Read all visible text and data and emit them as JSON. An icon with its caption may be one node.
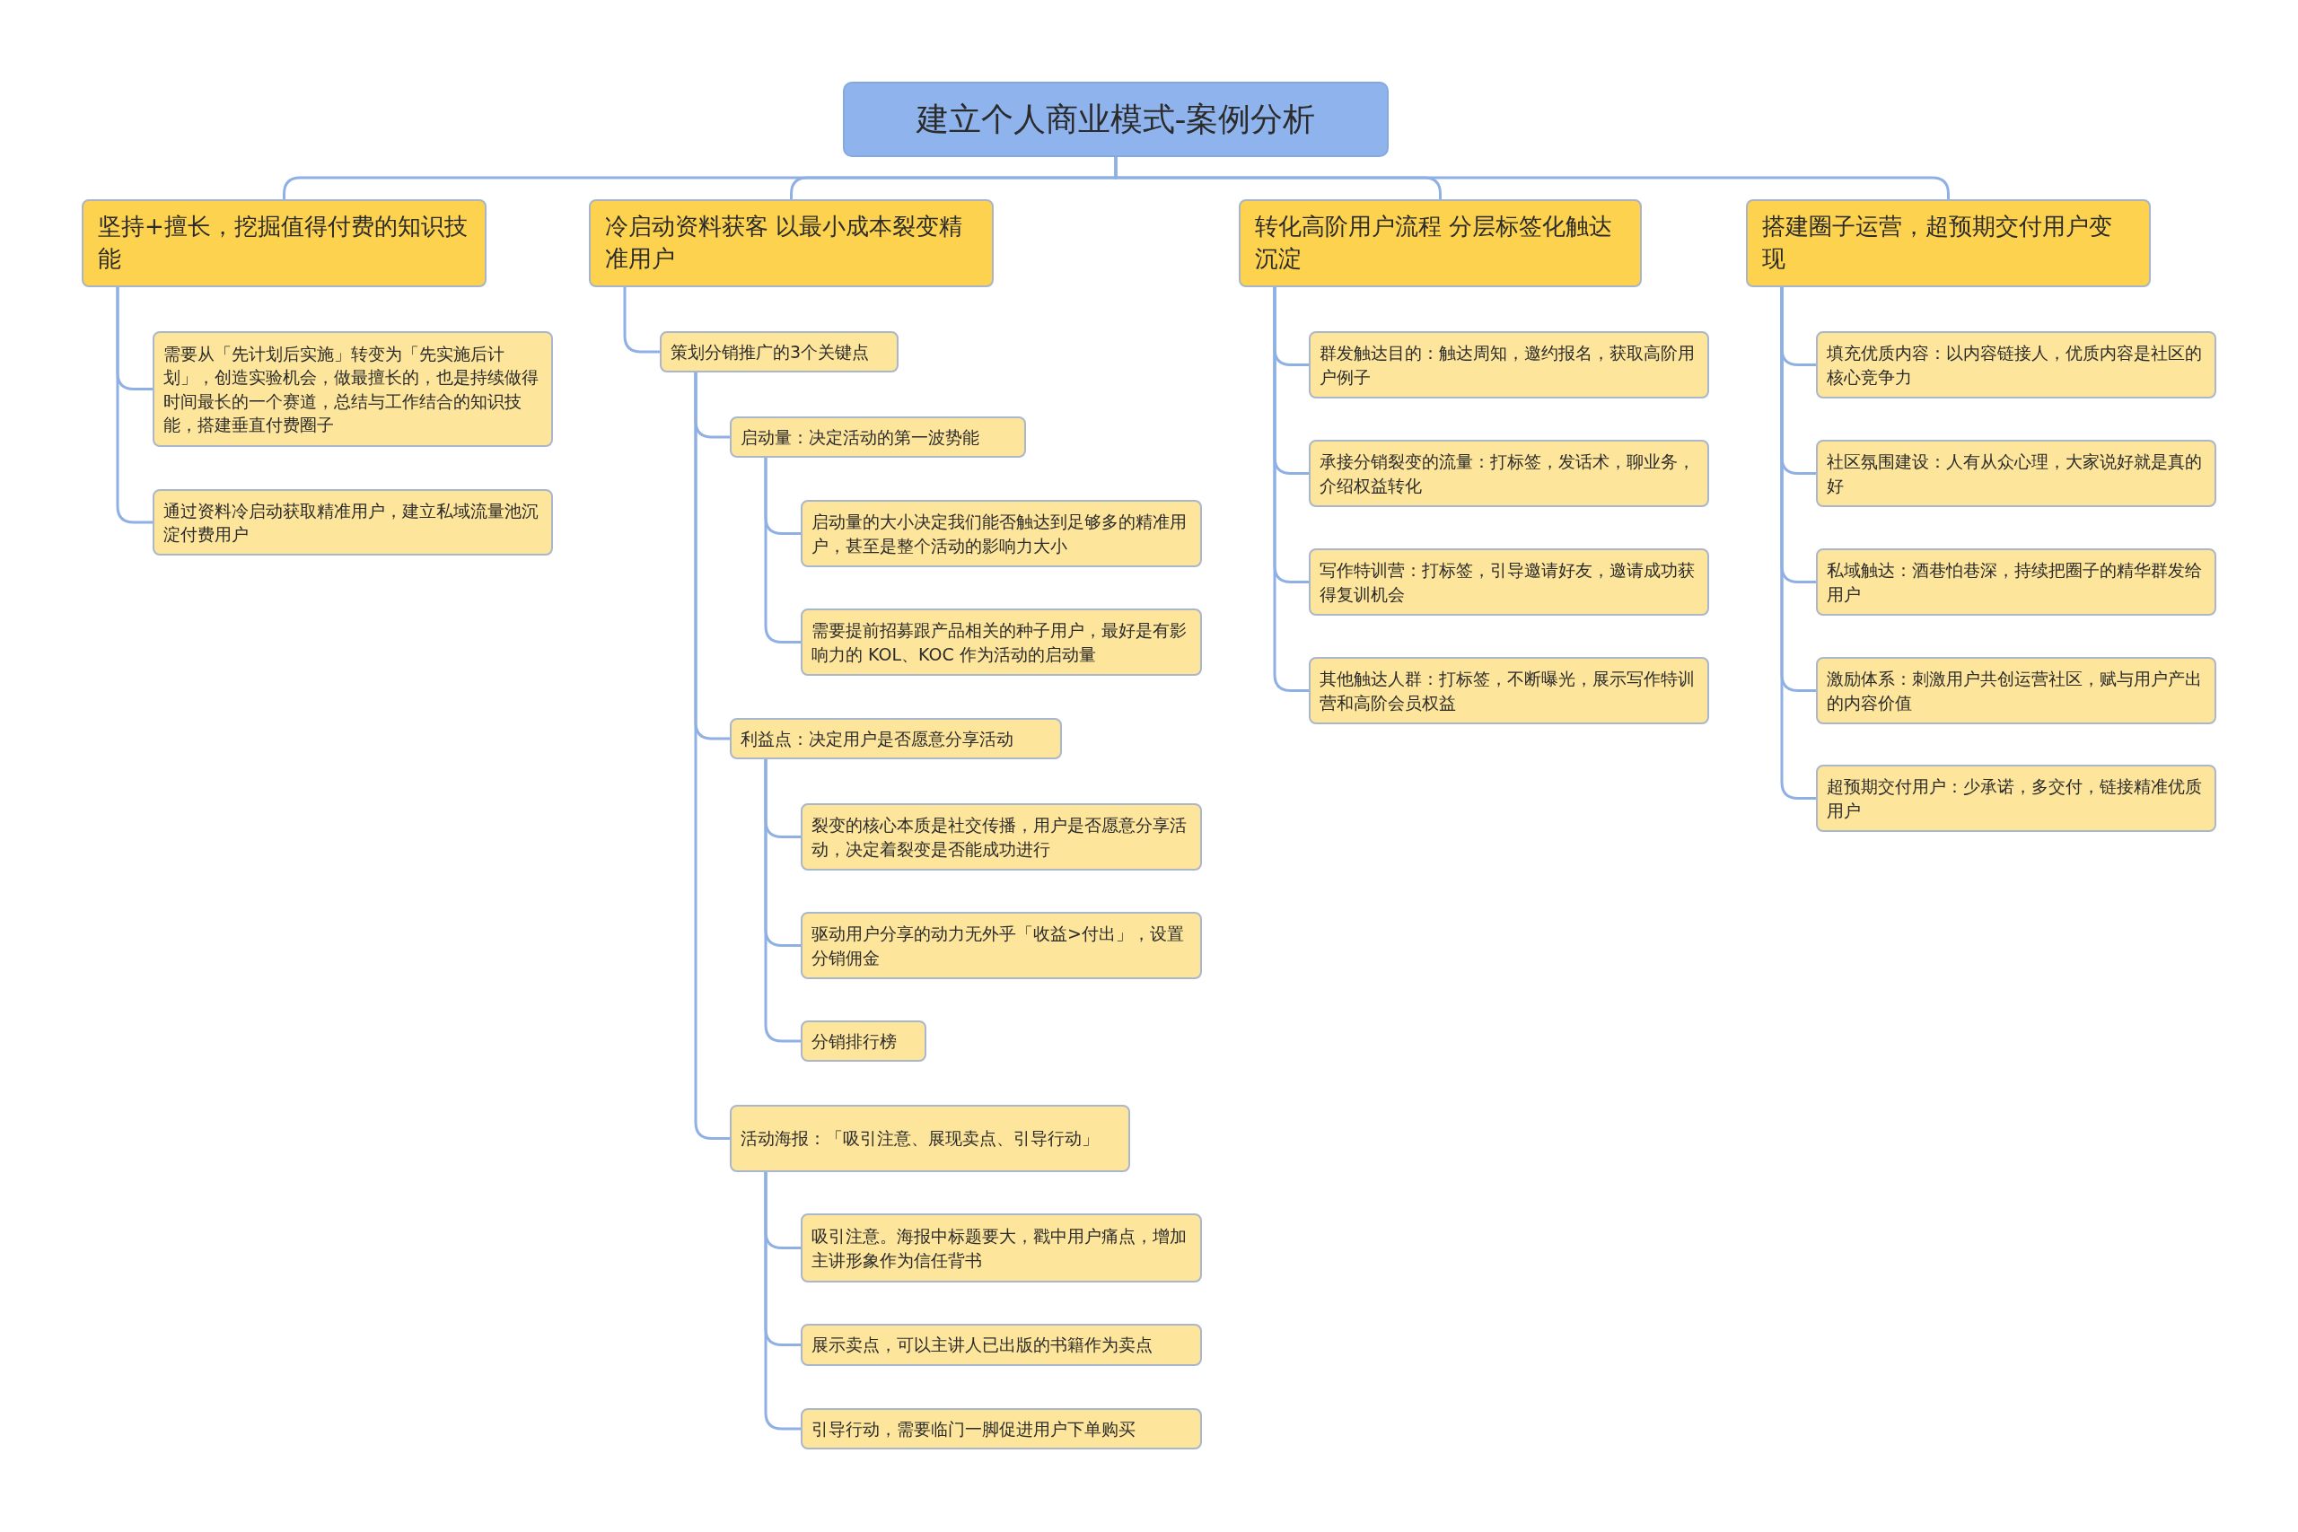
{
  "diagram": {
    "nodes": [
      {
        "text": [
          "建立个人商业模式-案例分析"
        ]
      },
      {
        "text": [
          "坚持+擅长，挖掘值得付费的知识技能"
        ]
      },
      {
        "text": [
          "需要从「先计划后实施」转变为「先实施后计划」，创造实验机会，做最擅长的，也是持续做得时间最长的一个赛道，总结与工作结合的知识技能，搭建垂直付费圈子"
        ]
      },
      {
        "text": [
          "通过资料冷启动获取精准用户，建立私域流量池沉淀付费用户"
        ]
      },
      {
        "text": [
          "冷启动资料获客 以最小成本裂变精准用户"
        ]
      },
      {
        "text": [
          "策划分销推广的3个关键点"
        ]
      },
      {
        "text": [
          "启动量：决定活动的第一波势能"
        ]
      },
      {
        "text": [
          "启动量的大小决定我们能否触达到足够多的精准用户，甚至是整个活动的影响力大小"
        ]
      },
      {
        "text": [
          "需要提前招募跟产品相关的种子用户，最好是有影响力的 KOL、KOC 作为活动的启动量"
        ]
      },
      {
        "text": [
          "利益点：决定用户是否愿意分享活动"
        ]
      },
      {
        "text": [
          "裂变的核心本质是社交传播，用户是否愿意分享活动，决定着裂变是否能成功进行"
        ]
      },
      {
        "text": [
          "驱动用户分享的动力无外乎「收益>付出」，设置分销佣金"
        ]
      },
      {
        "text": [
          "分销排行榜"
        ]
      },
      {
        "text": [
          "活动海报：「吸引注意、展现卖点、引导行动」"
        ]
      },
      {
        "text": [
          "吸引注意。海报中标题要大，戳中用户痛点，增加主讲形象作为信任背书"
        ]
      },
      {
        "text": [
          "展示卖点，可以主讲人已出版的书籍作为卖点"
        ]
      },
      {
        "text": [
          "引导行动，需要临门一脚促进用户下单购买"
        ]
      },
      {
        "text": [
          "转化高阶用户流程 分层标签化触达沉淀"
        ]
      },
      {
        "text": [
          "群发触达目的：触达周知，邀约报名，获取高阶用户例子"
        ]
      },
      {
        "text": [
          "承接分销裂变的流量：打标签，发话术，聊业务，介绍权益转化"
        ]
      },
      {
        "text": [
          "写作特训营：打标签，引导邀请好友，邀请成功获得复训机会"
        ]
      },
      {
        "text": [
          "其他触达人群：打标签，不断曝光，展示写作特训营和高阶会员权益"
        ]
      },
      {
        "text": [
          "搭建圈子运营，超预期交付用户变现"
        ]
      },
      {
        "text": [
          "填充优质内容：以内容链接人，优质内容是社区的核心竞争力"
        ]
      },
      {
        "text": [
          "社区氛围建设：人有从众心理，大家说好就是真的好"
        ]
      },
      {
        "text": [
          "私域触达：酒巷怕巷深，持续把圈子的精华群发给用户"
        ]
      },
      {
        "text": [
          "激励体系：刺激用户共创运营社区，赋与用户产出的内容价值"
        ]
      },
      {
        "text": [
          "超预期交付用户：少承诺，多交付，链接精准优质用户"
        ]
      }
    ],
    "edges": [
      {
        "from": 0,
        "to": 1,
        "arrow": "none"
      },
      {
        "from": 0,
        "to": 4,
        "arrow": "none"
      },
      {
        "from": 0,
        "to": 17,
        "arrow": "none"
      },
      {
        "from": 0,
        "to": 22,
        "arrow": "none"
      },
      {
        "from": 1,
        "to": 2,
        "arrow": "none"
      },
      {
        "from": 1,
        "to": 3,
        "arrow": "none"
      },
      {
        "from": 4,
        "to": 5,
        "arrow": "none"
      },
      {
        "from": 5,
        "to": 6,
        "arrow": "none"
      },
      {
        "from": 6,
        "to": 7,
        "arrow": "none"
      },
      {
        "from": 6,
        "to": 8,
        "arrow": "none"
      },
      {
        "from": 5,
        "to": 9,
        "arrow": "none"
      },
      {
        "from": 9,
        "to": 10,
        "arrow": "none"
      },
      {
        "from": 9,
        "to": 11,
        "arrow": "none"
      },
      {
        "from": 9,
        "to": 12,
        "arrow": "none"
      },
      {
        "from": 5,
        "to": 13,
        "arrow": "none"
      },
      {
        "from": 13,
        "to": 14,
        "arrow": "none"
      },
      {
        "from": 13,
        "to": 15,
        "arrow": "none"
      },
      {
        "from": 13,
        "to": 16,
        "arrow": "none"
      },
      {
        "from": 17,
        "to": 18,
        "arrow": "none"
      },
      {
        "from": 17,
        "to": 19,
        "arrow": "none"
      },
      {
        "from": 17,
        "to": 20,
        "arrow": "none"
      },
      {
        "from": 17,
        "to": 21,
        "arrow": "none"
      },
      {
        "from": 22,
        "to": 23,
        "arrow": "none"
      },
      {
        "from": 22,
        "to": 24,
        "arrow": "none"
      },
      {
        "from": 22,
        "to": 25,
        "arrow": "none"
      },
      {
        "from": 22,
        "to": 26,
        "arrow": "none"
      },
      {
        "from": 22,
        "to": 27,
        "arrow": "none"
      }
    ]
  }
}
